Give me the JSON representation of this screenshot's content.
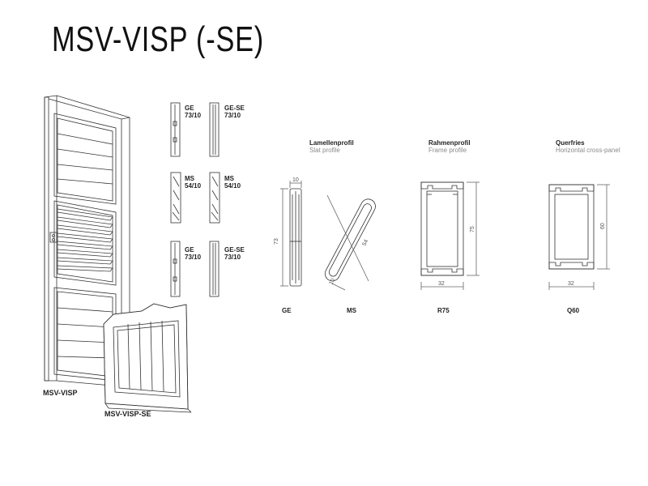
{
  "title": "MSV-VISP (-SE)",
  "doors": {
    "visp_label": "MSV-VISP",
    "visp_se_label": "MSV-VISP-SE"
  },
  "slat_sections": [
    {
      "left": {
        "code": "GE",
        "size": "73/10"
      },
      "right": {
        "code": "GE-SE",
        "size": "73/10"
      }
    },
    {
      "left": {
        "code": "MS",
        "size": "54/10"
      },
      "right": {
        "code": "MS",
        "size": "54/10"
      }
    },
    {
      "left": {
        "code": "GE",
        "size": "73/10"
      },
      "right": {
        "code": "GE-SE",
        "size": "73/10"
      }
    }
  ],
  "profiles": {
    "slat": {
      "heading": "Lamellenprofil",
      "subheading": "Slat profile"
    },
    "frame": {
      "heading": "Rahmenprofil",
      "subheading": "Frame profile"
    },
    "cross": {
      "heading": "Querfries",
      "subheading": "Horizontal cross-panel"
    }
  },
  "profile_labels": {
    "ge": "GE",
    "ms": "MS",
    "r75": "R75",
    "q60": "Q60"
  },
  "dimensions": {
    "ge_width": "10",
    "ge_height": "73",
    "ms_height": "54",
    "ms_width": "10",
    "r75_width": "32",
    "r75_height": "75",
    "q60_width": "32",
    "q60_height": "60"
  }
}
